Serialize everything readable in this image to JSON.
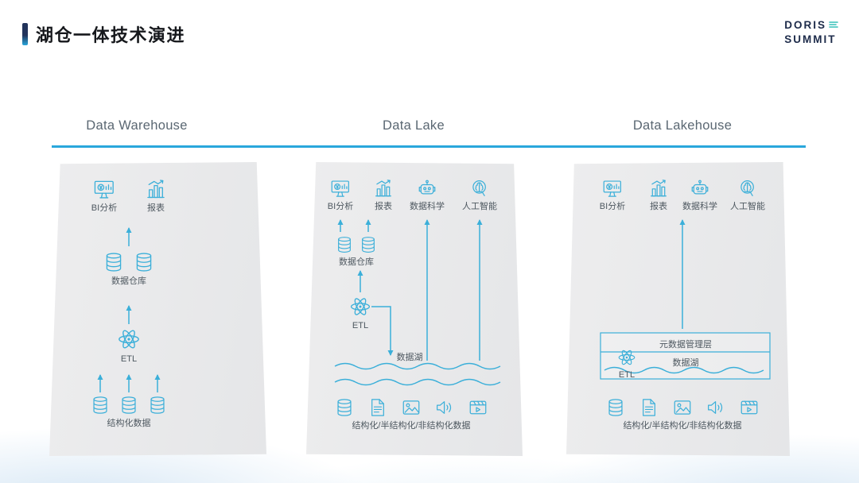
{
  "title": "湖仓一体技术演进",
  "logo": {
    "line1": "DORIS",
    "line2": "SUMMIT"
  },
  "colors": {
    "accent_line": "#2aa7dc",
    "icon_stroke": "#3bafd9",
    "panel_background": "#e9eaeb",
    "title_text": "#16181c",
    "header_text": "#5a6772",
    "logo_navy": "#1d2b4a",
    "logo_mark_teal": "#35c0b8"
  },
  "icons": {
    "bi": "bi-analysis-monitor-icon",
    "report": "bar-chart-report-icon",
    "data_science": "robot-icon",
    "ai": "brain-icon",
    "database": "database-cylinder-icon",
    "etl": "atom-icon",
    "document": "document-file-icon",
    "image": "image-file-icon",
    "audio": "audio-speaker-icon",
    "video": "video-clapper-icon",
    "logo_mark": "teal-lines-mark-icon"
  },
  "columns": {
    "warehouse": {
      "header": "Data Warehouse",
      "bi_label": "BI分析",
      "report_label": "报表",
      "dw_label": "数据仓库",
      "etl_label": "ETL",
      "source_label": "结构化数据"
    },
    "lake": {
      "header": "Data Lake",
      "bi_label": "BI分析",
      "report_label": "报表",
      "ds_label": "数据科学",
      "ai_label": "人工智能",
      "dw_label": "数据仓库",
      "etl_label": "ETL",
      "lake_label": "数据湖",
      "source_label": "结构化/半结构化/非结构化数据"
    },
    "lakehouse": {
      "header": "Data Lakehouse",
      "bi_label": "BI分析",
      "report_label": "报表",
      "ds_label": "数据科学",
      "ai_label": "人工智能",
      "meta_label": "元数据管理层",
      "lake_label": "数据湖",
      "etl_label": "ETL",
      "source_label": "结构化/半结构化/非结构化数据"
    }
  }
}
